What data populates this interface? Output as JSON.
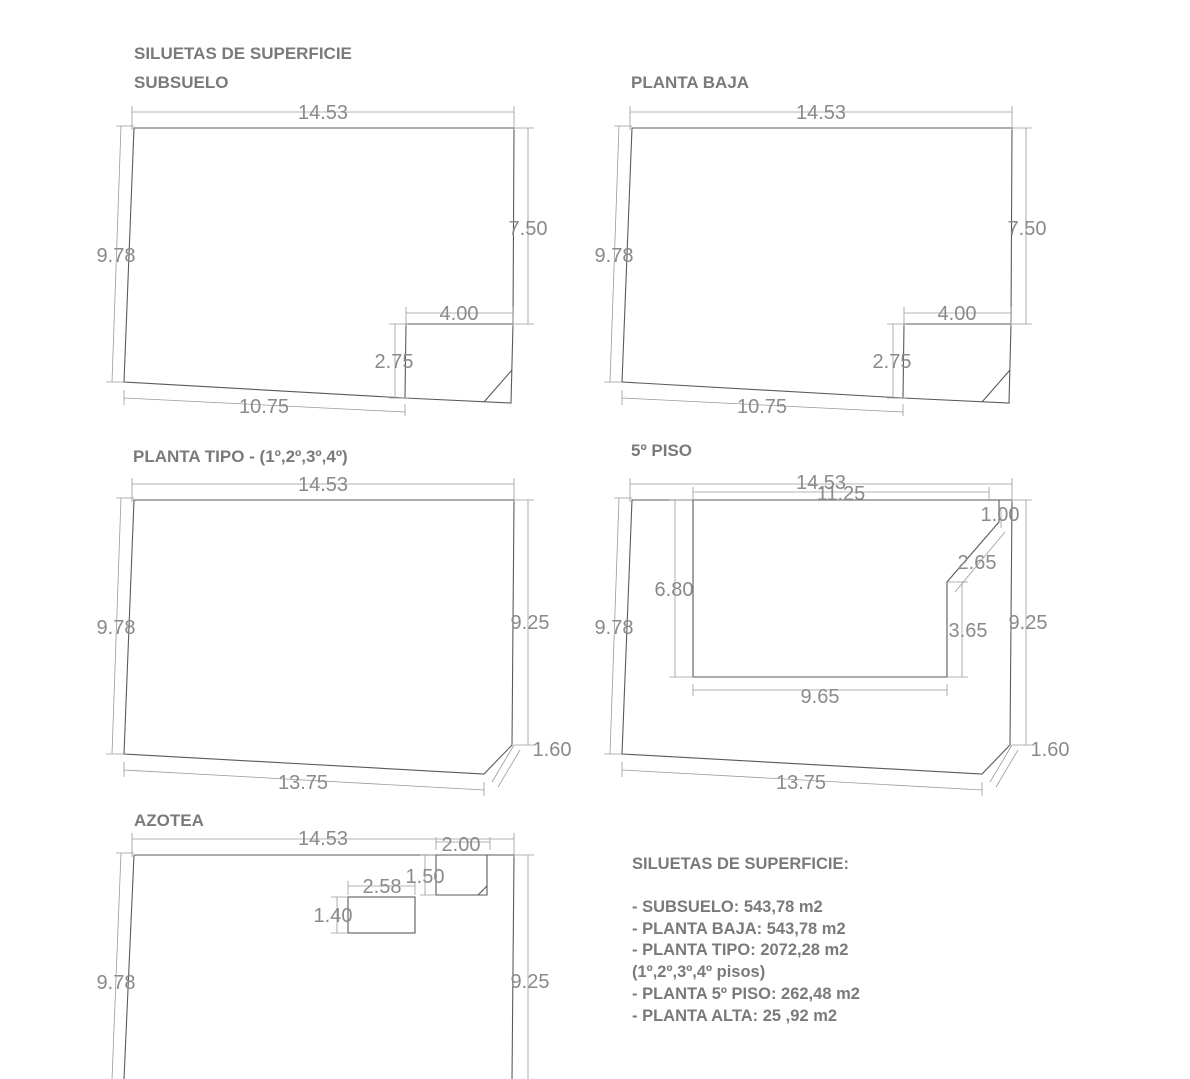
{
  "headings": {
    "main_title": "SILUETAS DE SUPERFICIE",
    "subsuelo": "SUBSUELO",
    "planta_baja": "PLANTA BAJA",
    "planta_tipo": "PLANTA TIPO - (1º,2º,3º,4º)",
    "quinto_piso": "5º PISO",
    "azotea": "AZOTEA"
  },
  "subsuelo": {
    "top": "14.53",
    "left": "9.78",
    "right": "7.50",
    "notch_w": "4.00",
    "notch_h": "2.75",
    "bottom": "10.75"
  },
  "planta_baja": {
    "top": "14.53",
    "left": "9.78",
    "right": "7.50",
    "notch_w": "4.00",
    "notch_h": "2.75",
    "bottom": "10.75"
  },
  "planta_tipo": {
    "top": "14.53",
    "left": "9.78",
    "right": "9.25",
    "chamfer": "1.60",
    "bottom": "13.75"
  },
  "quinto_piso": {
    "top": "14.53",
    "inner_top": "11.25",
    "corner": "1.00",
    "diag": "2.65",
    "inner_left": "6.80",
    "left": "9.78",
    "inner_right": "3.65",
    "right": "9.25",
    "inner_bottom": "9.65",
    "chamfer": "1.60",
    "bottom": "13.75"
  },
  "azotea": {
    "top": "14.53",
    "box_a_w": "2.00",
    "box_a_h": "1.50",
    "box_b_w": "2.58",
    "box_b_h": "1.40",
    "left": "9.78",
    "right": "9.25"
  },
  "summary": {
    "title": "SILUETAS DE SUPERFICIE:",
    "lines": [
      "- SUBSUELO:  543,78 m2",
      "- PLANTA BAJA: 543,78 m2",
      "- PLANTA TIPO: 2072,28 m2",
      "(1º,2º,3º,4º pisos)",
      "- PLANTA 5º PISO: 262,48 m2",
      "- PLANTA ALTA: 25 ,92 m2"
    ]
  }
}
